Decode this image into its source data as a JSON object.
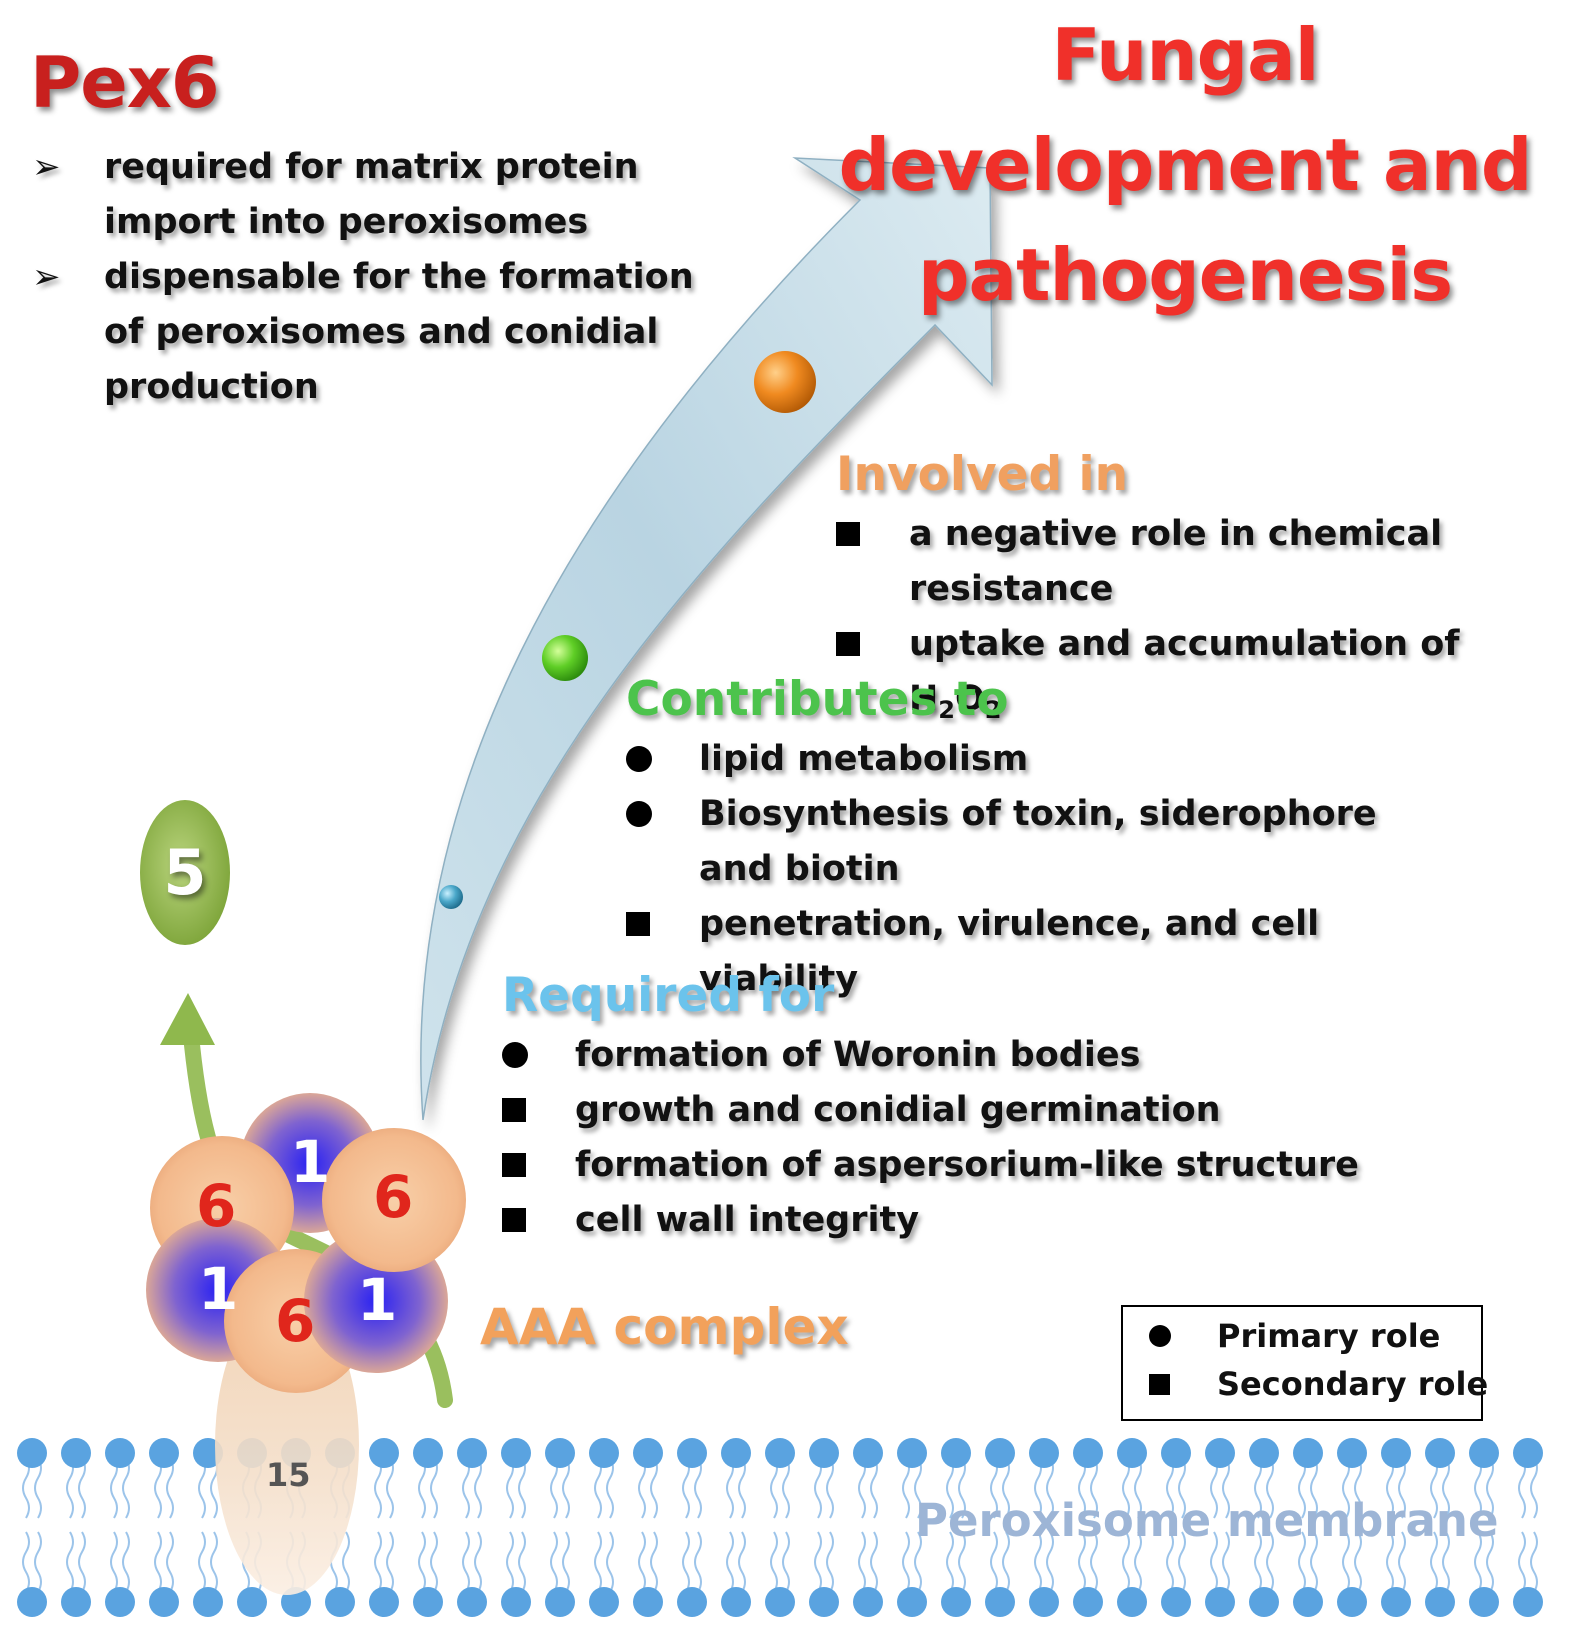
{
  "pex6": {
    "title": "Pex6",
    "points": [
      "required for matrix protein import into peroxisomes",
      "dispensable for the formation of peroxisomes and conidial production"
    ],
    "bullet_icon": "arrowhead-bullet-icon"
  },
  "heading": {
    "line1": "Fungal",
    "line2": "development and",
    "line3": "pathogenesis"
  },
  "involved": {
    "title": "Involved in",
    "color": "#f0a060",
    "items": [
      {
        "marker": "square",
        "text": "a negative role in chemical resistance"
      },
      {
        "marker": "square",
        "text_main": "uptake and accumulation of H",
        "sub1": "2",
        "mid": "O",
        "sub2": "2"
      }
    ]
  },
  "contributes": {
    "title": "Contributes to",
    "color": "#4cc34c",
    "items": [
      {
        "marker": "circle",
        "text": "lipid metabolism"
      },
      {
        "marker": "circle",
        "text": "Biosynthesis of  toxin, siderophore and biotin"
      },
      {
        "marker": "square",
        "text": "penetration, virulence, and cell viability"
      }
    ]
  },
  "required": {
    "title": "Required for",
    "color": "#6bc3ec",
    "items": [
      {
        "marker": "circle",
        "text": "formation of Woronin bodies"
      },
      {
        "marker": "square",
        "text": "growth and conidial germination"
      },
      {
        "marker": "square",
        "text": "formation of aspersorium-like structure"
      },
      {
        "marker": "square",
        "text": "cell wall integrity"
      }
    ]
  },
  "legend": {
    "primary": "Primary role",
    "secondary": "Secondary role"
  },
  "complex": {
    "label": "AAA complex",
    "pex5": "5",
    "pex15": "15",
    "subunit_1": "1",
    "subunit_6": "6"
  },
  "membrane": {
    "label": "Peroxisome membrane"
  },
  "colors": {
    "title_red": "#c8201e",
    "heading_red": "#f0302a",
    "aaa_orange": "#f2a15b",
    "membrane_blue": "#9db5d6",
    "pex5_green": "#8db24a",
    "lipid_blue": "#5aa3e0"
  }
}
